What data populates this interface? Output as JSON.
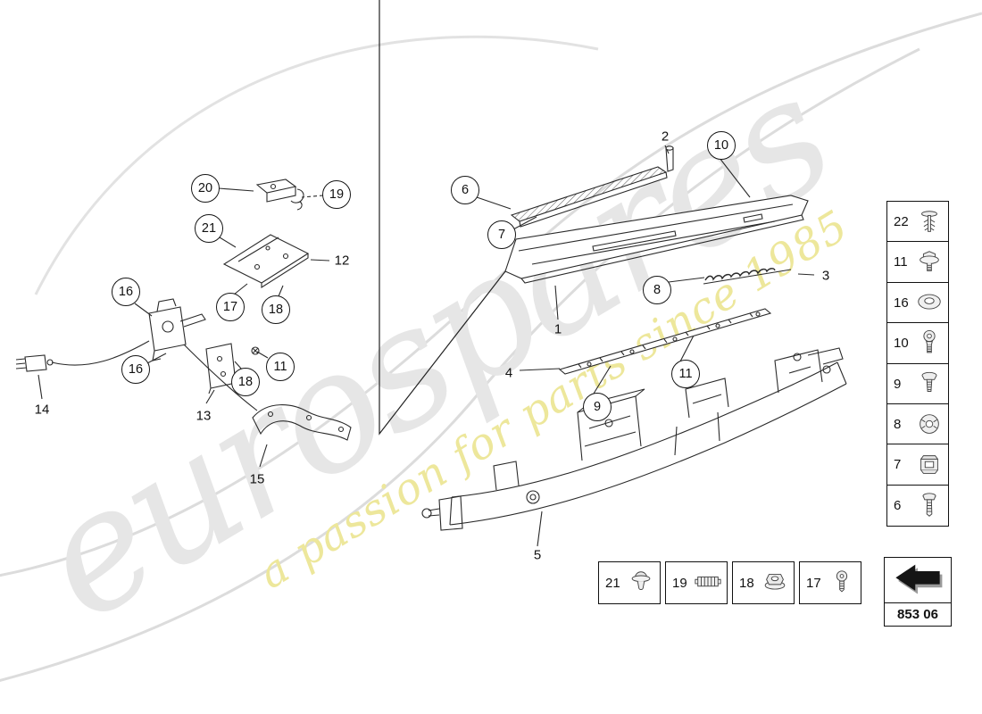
{
  "watermark": {
    "brand": "eurospares",
    "tagline": "a passion for parts since 1985"
  },
  "page_code": "853 06",
  "callouts": {
    "circled": [
      {
        "n": "20"
      },
      {
        "n": "19"
      },
      {
        "n": "21"
      },
      {
        "n": "16"
      },
      {
        "n": "17"
      },
      {
        "n": "18"
      },
      {
        "n": "16"
      },
      {
        "n": "11"
      },
      {
        "n": "18"
      },
      {
        "n": "6"
      },
      {
        "n": "7"
      },
      {
        "n": "10"
      },
      {
        "n": "8"
      },
      {
        "n": "11"
      },
      {
        "n": "9"
      }
    ],
    "plain": [
      {
        "n": "1"
      },
      {
        "n": "2"
      },
      {
        "n": "3"
      },
      {
        "n": "4"
      },
      {
        "n": "5"
      },
      {
        "n": "12"
      },
      {
        "n": "13"
      },
      {
        "n": "14"
      },
      {
        "n": "15"
      }
    ]
  },
  "sidebar": {
    "items": [
      {
        "n": "22",
        "icon": "expanding-clip"
      },
      {
        "n": "11",
        "icon": "flange-bolt"
      },
      {
        "n": "16",
        "icon": "washer"
      },
      {
        "n": "10",
        "icon": "shoulder-screw"
      },
      {
        "n": "9",
        "icon": "tapping-screw"
      },
      {
        "n": "8",
        "icon": "speed-nut"
      },
      {
        "n": "7",
        "icon": "clip-nut"
      },
      {
        "n": "6",
        "icon": "screw"
      }
    ]
  },
  "bottom_row": {
    "items": [
      {
        "n": "21",
        "icon": "grommet"
      },
      {
        "n": "19",
        "icon": "comb-clip"
      },
      {
        "n": "18",
        "icon": "flange-nut"
      },
      {
        "n": "17",
        "icon": "button-screw"
      }
    ]
  }
}
